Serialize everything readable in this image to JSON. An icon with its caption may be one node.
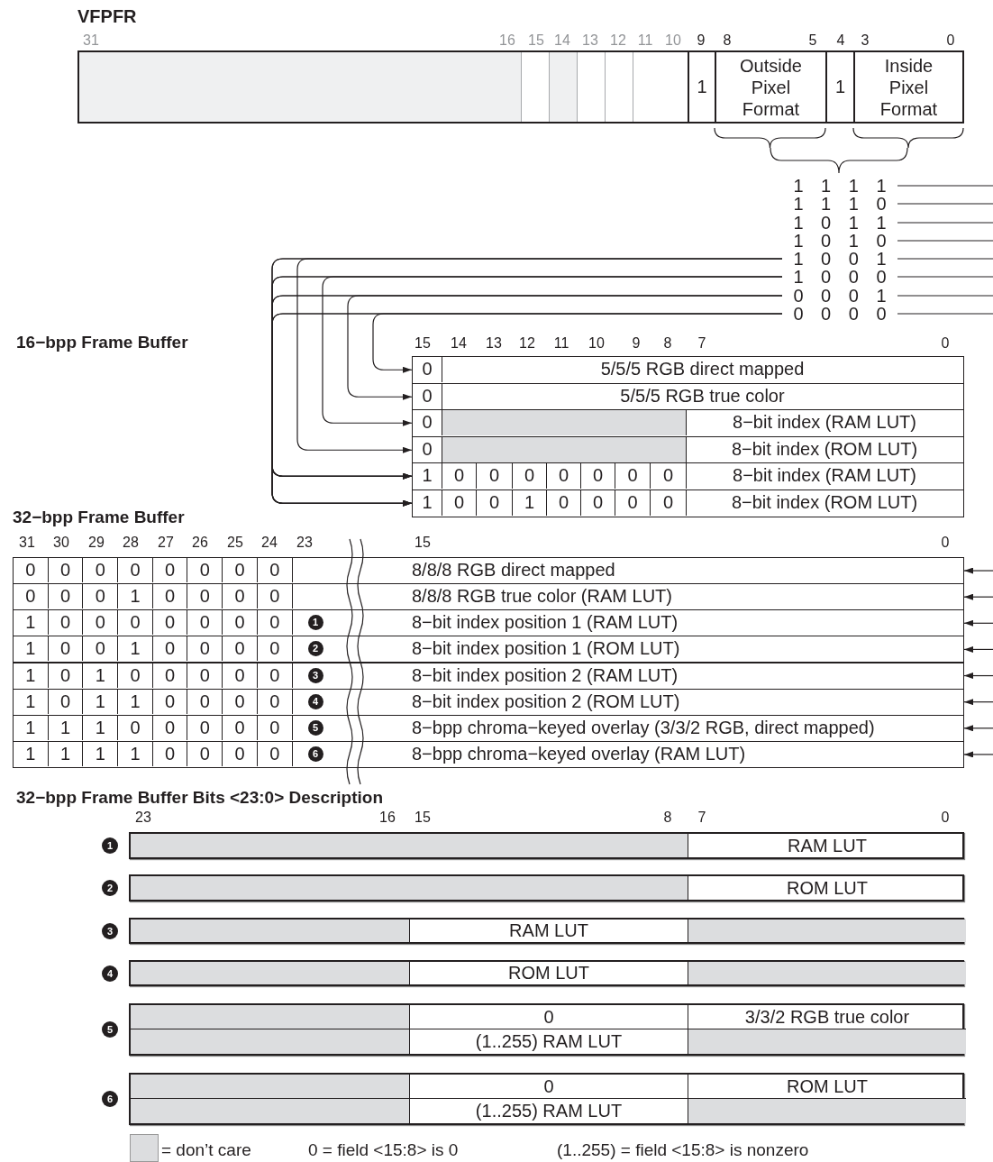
{
  "diagram": {
    "title": "VFPFR",
    "nodes": [
      {
        "text": [
          "1",
          "Outside Pixel Format",
          "1",
          "Inside Pixel Format"
        ]
      },
      {
        "text": [
          "1 1 1 1"
        ]
      },
      {
        "text": [
          "1 1 1 0"
        ]
      },
      {
        "text": [
          "1 0 1 1"
        ]
      },
      {
        "text": [
          "1 0 1 0"
        ]
      },
      {
        "text": [
          "1 0 0 1"
        ]
      },
      {
        "text": [
          "1 0 0 0"
        ]
      },
      {
        "text": [
          "0 0 0 1"
        ]
      },
      {
        "text": [
          "0 0 0 0"
        ]
      },
      {
        "text": [
          "0",
          "5/5/5 RGB direct mapped"
        ]
      },
      {
        "text": [
          "0",
          "5/5/5 RGB true color"
        ]
      },
      {
        "text": [
          "0",
          "8−bit index (RAM LUT)"
        ]
      },
      {
        "text": [
          "0",
          "8−bit index (ROM LUT)"
        ]
      },
      {
        "text": [
          "1",
          "0",
          "0",
          "0",
          "0",
          "0",
          "0",
          "0",
          "8−bit index (RAM LUT)"
        ]
      },
      {
        "text": [
          "1",
          "0",
          "0",
          "1",
          "0",
          "0",
          "0",
          "0",
          "8−bit index (ROM LUT)"
        ]
      },
      {
        "text": [
          "0",
          "0",
          "0",
          "0",
          "0",
          "0",
          "0",
          "0",
          "8/8/8 RGB direct mapped"
        ]
      },
      {
        "text": [
          "0",
          "0",
          "0",
          "1",
          "0",
          "0",
          "0",
          "0",
          "8/8/8 RGB true color (RAM LUT)"
        ]
      },
      {
        "text": [
          "1",
          "0",
          "0",
          "0",
          "0",
          "0",
          "0",
          "0",
          "1",
          "8−bit index position 1 (RAM LUT)"
        ]
      },
      {
        "text": [
          "1",
          "0",
          "0",
          "1",
          "0",
          "0",
          "0",
          "0",
          "2",
          "8−bit index position 1 (ROM LUT)"
        ]
      },
      {
        "text": [
          "1",
          "0",
          "1",
          "0",
          "0",
          "0",
          "0",
          "0",
          "3",
          "8−bit index position 2 (RAM LUT)"
        ]
      },
      {
        "text": [
          "1",
          "0",
          "1",
          "1",
          "0",
          "0",
          "0",
          "0",
          "4",
          "8−bit index position 2 (ROM LUT)"
        ]
      },
      {
        "text": [
          "1",
          "1",
          "1",
          "0",
          "0",
          "0",
          "0",
          "0",
          "5",
          "8−bpp chroma−keyed overlay (3/3/2 RGB, direct mapped)"
        ]
      },
      {
        "text": [
          "1",
          "1",
          "1",
          "1",
          "0",
          "0",
          "0",
          "0",
          "6",
          "8−bpp chroma−keyed overlay (RAM LUT)"
        ]
      },
      {
        "text": [
          "RAM LUT"
        ],
        "beside": [
          "1"
        ]
      },
      {
        "text": [
          "ROM LUT"
        ],
        "beside": [
          "2"
        ]
      },
      {
        "text": [
          "RAM LUT"
        ],
        "beside": [
          "3"
        ]
      },
      {
        "text": [
          "ROM LUT"
        ],
        "beside": [
          "4"
        ]
      },
      {
        "text": [
          "0",
          "3/3/2 RGB true color",
          "(1..255) RAM LUT"
        ],
        "beside": [
          "5"
        ]
      },
      {
        "text": [
          "0",
          "ROM LUT",
          "(1..255) RAM LUT"
        ],
        "beside": [
          "6"
        ]
      }
    ],
    "edges": [
      {
        "from": 1,
        "to": null,
        "arrow": "none"
      },
      {
        "from": 2,
        "to": null,
        "arrow": "none"
      },
      {
        "from": 3,
        "to": null,
        "arrow": "none"
      },
      {
        "from": 4,
        "to": null,
        "arrow": "none"
      },
      {
        "from": 5,
        "to": null,
        "arrow": "none"
      },
      {
        "from": 6,
        "to": null,
        "arrow": "none"
      },
      {
        "from": 7,
        "to": null,
        "arrow": "none"
      },
      {
        "from": 8,
        "to": null,
        "arrow": "none"
      },
      {
        "from": 8,
        "to": 9,
        "arrow": "to"
      },
      {
        "from": 7,
        "to": 10,
        "arrow": "to"
      },
      {
        "from": 6,
        "to": 11,
        "arrow": "to"
      },
      {
        "from": 5,
        "to": 12,
        "arrow": "to"
      },
      {
        "from": 5,
        "to": 13,
        "arrow": "to"
      },
      {
        "from": 6,
        "to": 13,
        "arrow": "to"
      },
      {
        "from": 7,
        "to": 13,
        "arrow": "to"
      },
      {
        "from": 8,
        "to": 13,
        "arrow": "to"
      },
      {
        "from": 5,
        "to": 14,
        "arrow": "to"
      },
      {
        "from": 6,
        "to": 14,
        "arrow": "to"
      },
      {
        "from": 7,
        "to": 14,
        "arrow": "to"
      },
      {
        "from": 8,
        "to": 14,
        "arrow": "to"
      },
      {
        "from": null,
        "to": 15,
        "arrow": "to"
      },
      {
        "from": null,
        "to": 16,
        "arrow": "to"
      },
      {
        "from": null,
        "to": 17,
        "arrow": "to"
      },
      {
        "from": null,
        "to": 18,
        "arrow": "to"
      },
      {
        "from": null,
        "to": 19,
        "arrow": "to"
      },
      {
        "from": null,
        "to": 20,
        "arrow": "to"
      },
      {
        "from": null,
        "to": 21,
        "arrow": "to"
      },
      {
        "from": null,
        "to": 22,
        "arrow": "to"
      }
    ],
    "labels": [
      "31",
      "16",
      "15",
      "14",
      "13",
      "12",
      "11",
      "10",
      "9",
      "8",
      "5",
      "4",
      "3",
      "0",
      "16−bpp Frame Buffer",
      "15",
      "14",
      "13",
      "12",
      "11",
      "10",
      "9",
      "8",
      "7",
      "0",
      "32−bpp Frame Buffer",
      "31",
      "30",
      "29",
      "28",
      "27",
      "26",
      "25",
      "24",
      "23",
      "15",
      "0",
      "32−bpp Frame Buffer Bits <23:0> Description",
      "23",
      "16",
      "15",
      "8",
      "7",
      "0",
      "0 = field <15:8> is 0",
      "(1..255) = field <15:8> is nonzero"
    ],
    "legend": [
      {
        "text": "= don’t care",
        "color": "#dcdddf"
      }
    ]
  }
}
